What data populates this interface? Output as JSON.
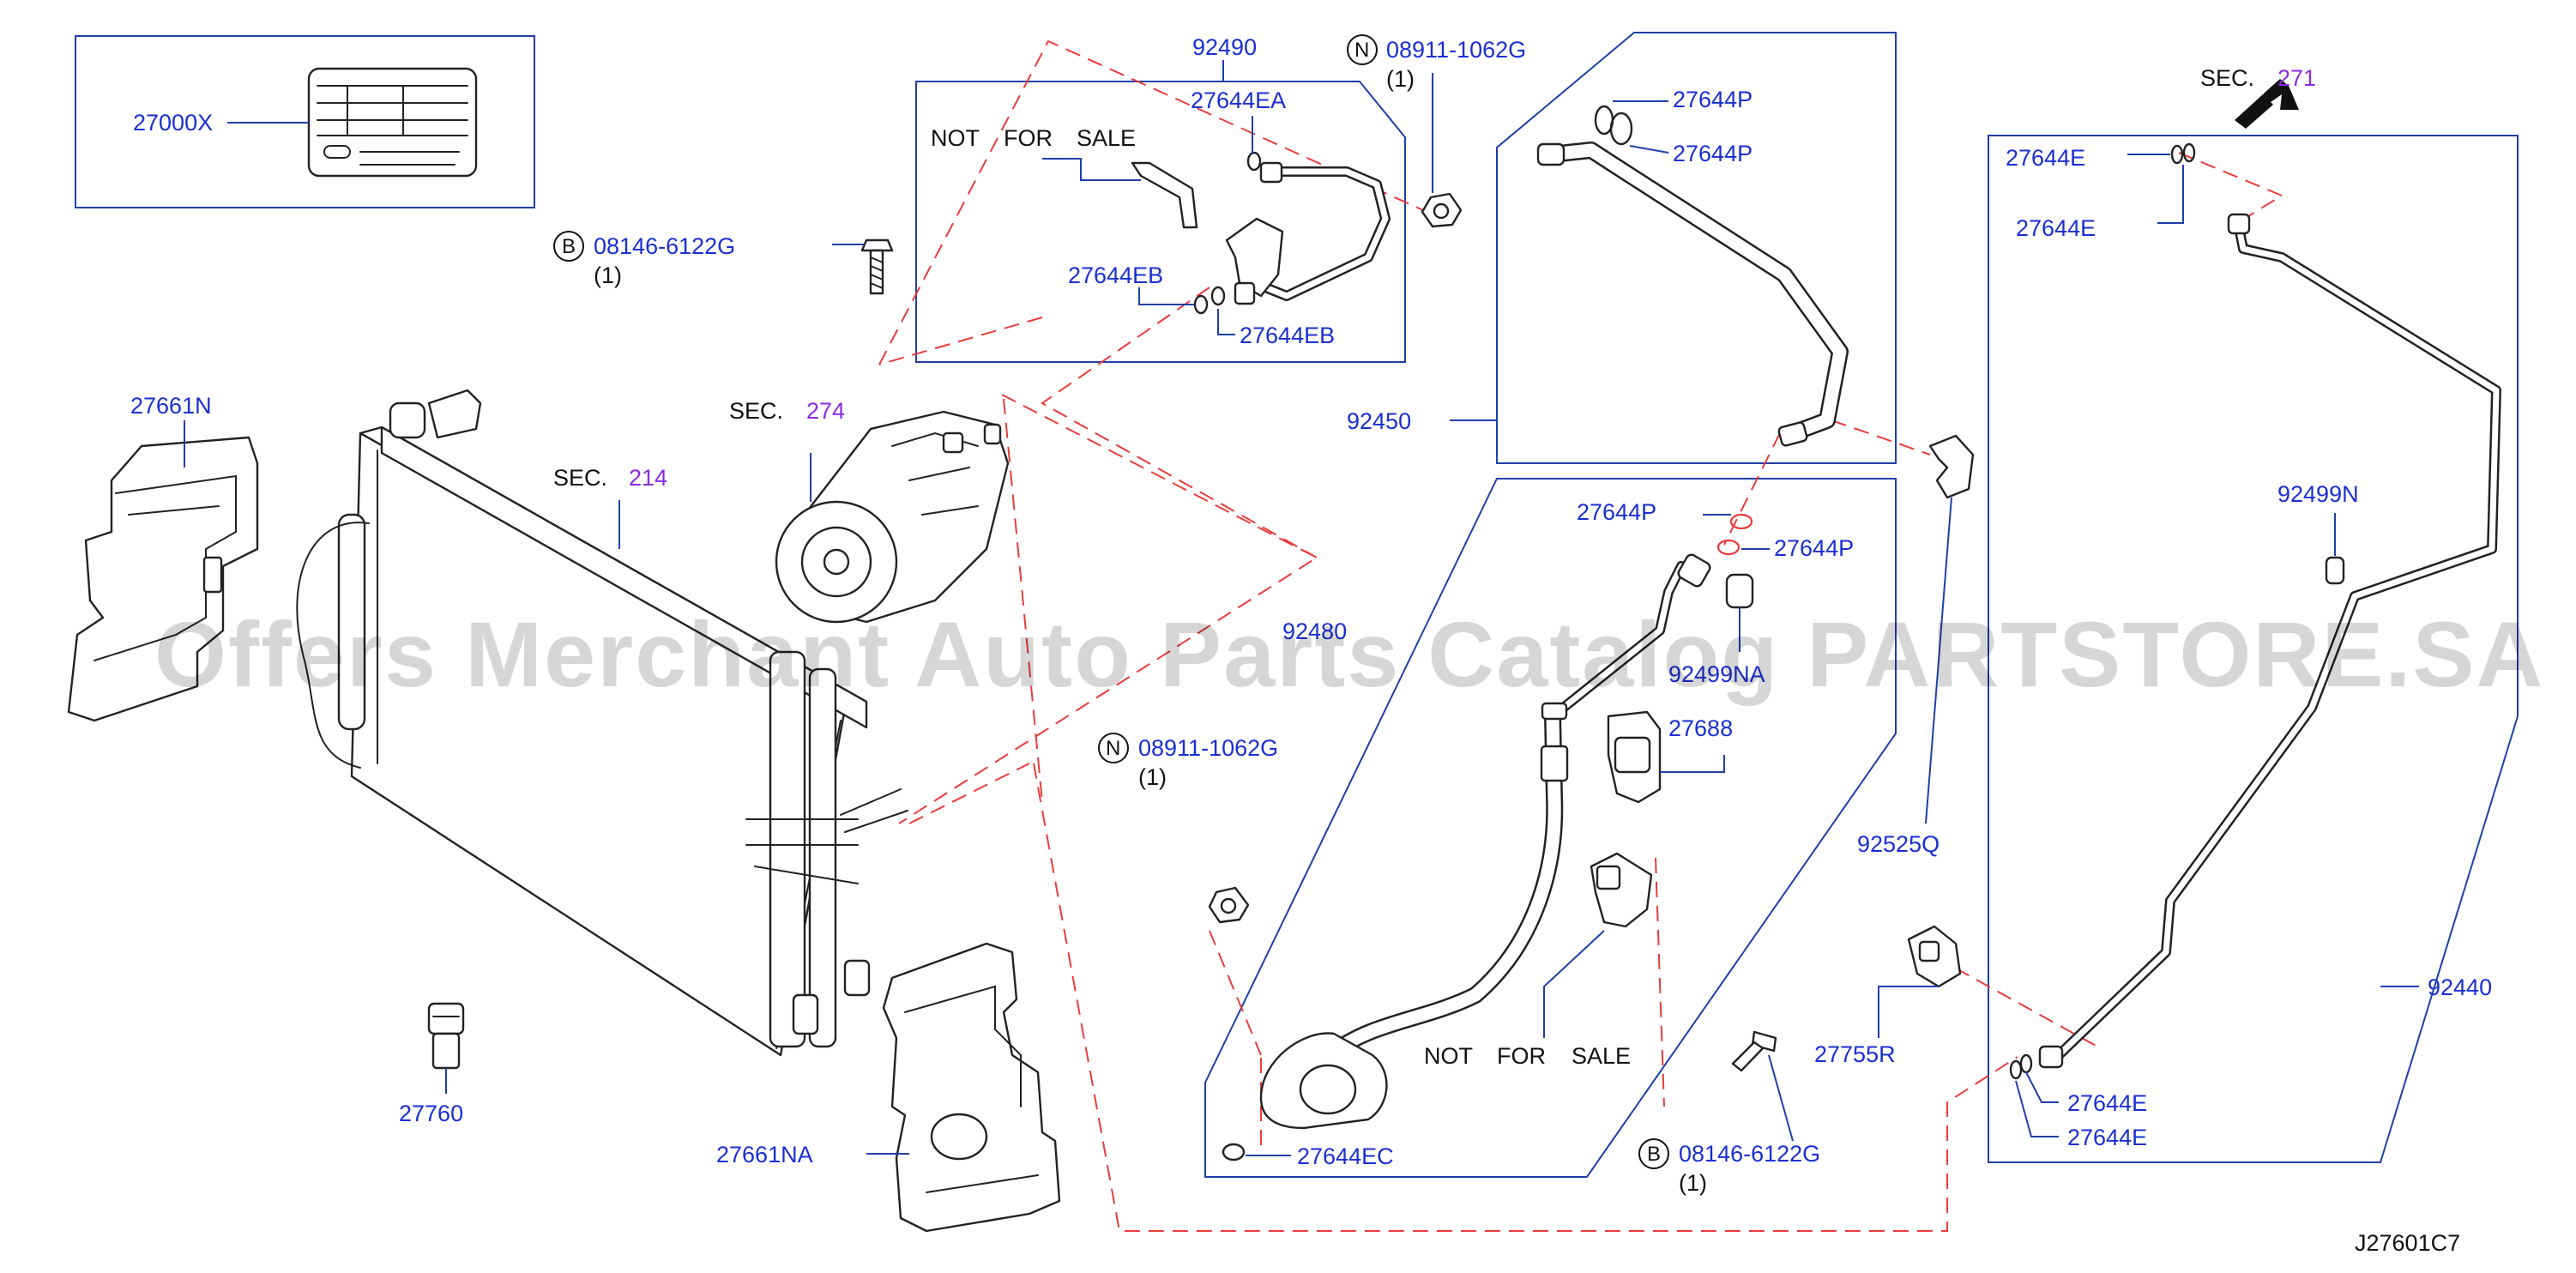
{
  "diagram_id": "J27601C7",
  "watermark": "Offers Merchant Auto Parts Catalog PARTSTORE.SA",
  "labels": {
    "p27000X": "27000X",
    "p92490": "92490",
    "p27644EA": "27644EA",
    "p27644EB_a": "27644EB",
    "p27644EB_b": "27644EB",
    "p92450": "92450",
    "p27644P_1": "27644P",
    "p27644P_2": "27644P",
    "p27644P_3": "27644P",
    "p27644P_4": "27644P",
    "p27644E_1": "27644E",
    "p27644E_2": "27644E",
    "p27644E_3": "27644E",
    "p27644E_4": "27644E",
    "p92499N": "92499N",
    "p92499NA": "92499NA",
    "p92480": "92480",
    "p27688": "27688",
    "p92525Q": "92525Q",
    "p27755R": "27755R",
    "p92440": "92440",
    "p27661N": "27661N",
    "p27661NA": "27661NA",
    "p27760": "27760",
    "p27644EC": "27644EC",
    "bolt_1": "08146-6122G",
    "bolt_2": "08146-6122G",
    "nut_1": "08911-1062G",
    "nut_2": "08911-1062G",
    "qty_bolt_1": "(1)",
    "qty_bolt_2": "(1)",
    "qty_nut_1": "(1)",
    "qty_nut_2": "(1)"
  },
  "badges": {
    "bolt": "B",
    "nut": "N"
  },
  "not_for_sale": {
    "word1": "NOT",
    "word2": "FOR",
    "word3": "SALE"
  },
  "sections": {
    "sec_label": "SEC.",
    "sec214": "214",
    "sec274": "274",
    "sec271": "271"
  },
  "colors": {
    "part_number": "#1a2fd1",
    "section_number": "#8a2be2",
    "dashed_path": "#e83c3c",
    "callout_line": "#1f3fa8"
  }
}
